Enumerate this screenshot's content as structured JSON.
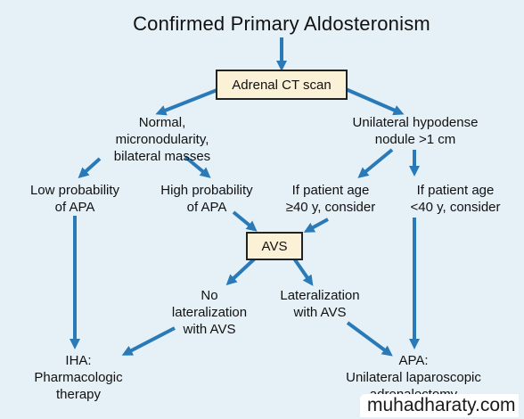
{
  "title": "Confirmed Primary Aldosteronism",
  "nodes": {
    "ct_scan": "Adrenal CT scan",
    "normal": "Normal,\nmicronodularity,\nbilateral masses",
    "unilateral": "Unilateral hypodense\nnodule >1 cm",
    "low_prob": "Low probability\nof APA",
    "high_prob": "High probability\nof APA",
    "age_ge40": "If patient age\n≥40 y, consider",
    "age_lt40": "If patient age\n<40 y, consider",
    "avs": "AVS",
    "no_lat": "No\nlateralization\nwith AVS",
    "lat": "Lateralization\nwith AVS",
    "iha": "IHA:\nPharmacologic\ntherapy",
    "apa": "APA:\nUnilateral laparoscopic\nadrenalectomy"
  },
  "watermark": "muhadharaty.com",
  "colors": {
    "background": "#e6f0f7",
    "arrow": "#2a7ab8",
    "box_fill": "#fbf1d6"
  }
}
